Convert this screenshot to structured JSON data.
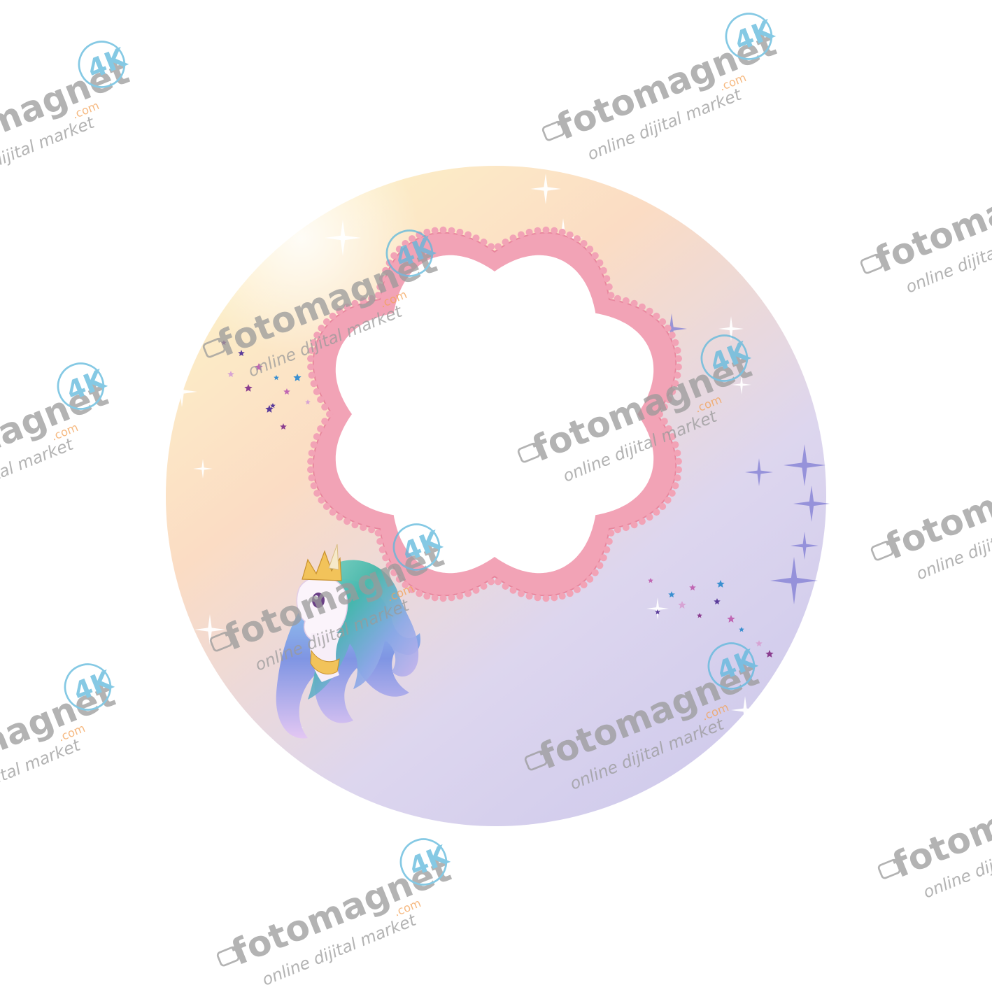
{
  "colors": {
    "page_background": "#ffffff",
    "disc_gradient_warm_top": "#fdf2c8",
    "disc_gradient_peach": "#fbdcc4",
    "disc_gradient_lavender": "#ddd6ee",
    "disc_gradient_lilac_bottom": "#cfcaec",
    "frame_pink": "#f2a3b6",
    "frame_pink_dark": "#e8869d",
    "photo_area": "#ffffff",
    "watermark_gray": "#9a9a9a",
    "watermark_blue": "#5db8dc",
    "watermark_orange": "#f3a257"
  },
  "icons": {
    "sparkle": "sparkle-icon",
    "star": "star-icon",
    "camera": "camera-icon",
    "unicorn": "unicorn-illustration"
  },
  "watermark": {
    "brand_text": "fotomagnet",
    "badge_text": "4K",
    "domain_text": ".com",
    "tagline": "online dijital market"
  }
}
